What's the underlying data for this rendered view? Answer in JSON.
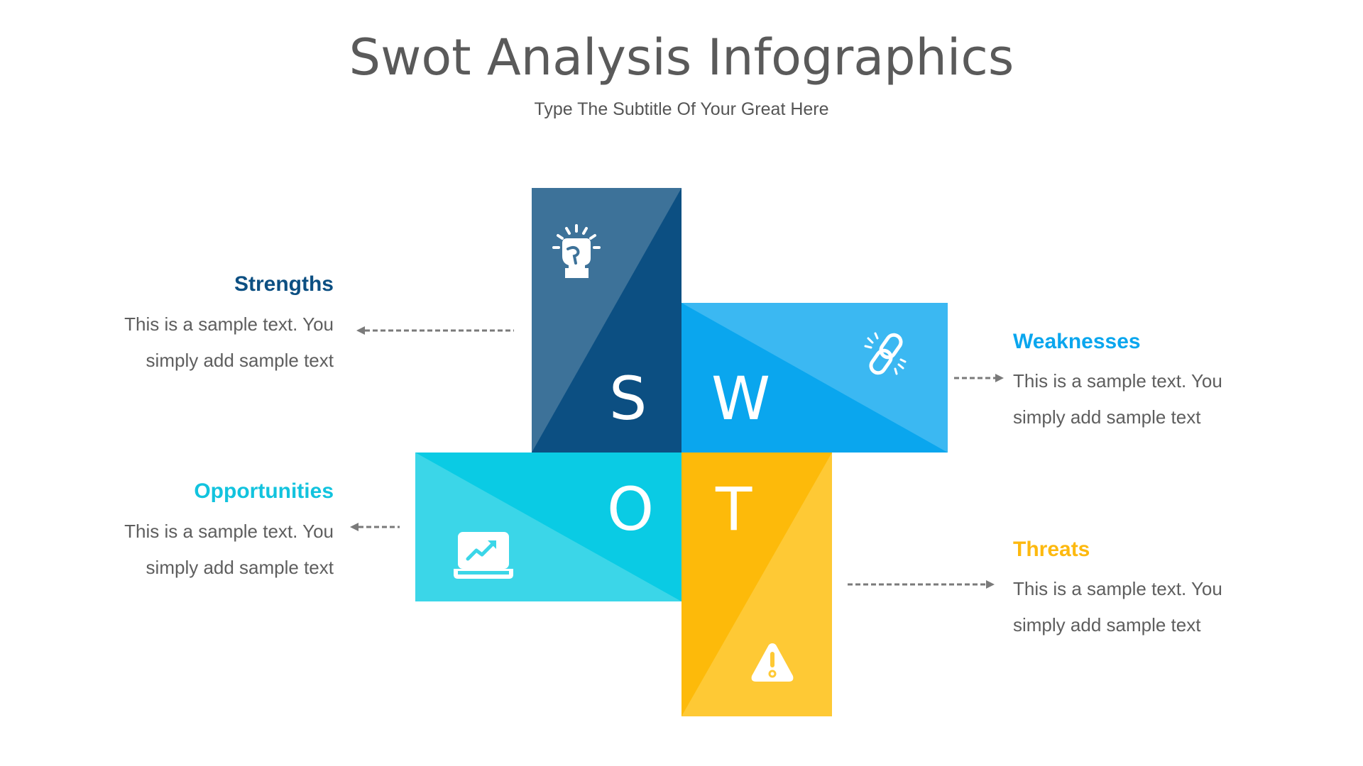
{
  "header": {
    "title": "Swot Analysis Infographics",
    "subtitle": "Type The Subtitle Of Your Great Here"
  },
  "swot": {
    "strengths": {
      "letter": "S",
      "heading": "Strengths",
      "line1": "This is a sample text. You",
      "line2": "simply add sample text",
      "icon": "fist-icon",
      "color": "#0c4f82",
      "color_light": "#3d7299"
    },
    "weaknesses": {
      "letter": "W",
      "heading": "Weaknesses",
      "line1": "This is a sample text. You",
      "line2": "simply add sample text",
      "icon": "broken-chain-icon",
      "color": "#0aa6ee",
      "color_light": "#3bb8f2"
    },
    "opportunities": {
      "letter": "O",
      "heading": "Opportunities",
      "line1": "This is a sample text. You",
      "line2": "simply add sample text",
      "icon": "laptop-growth-icon",
      "color": "#0acbe4",
      "color_light": "#3bd6e8"
    },
    "threats": {
      "letter": "T",
      "heading": "Threats",
      "line1": "This is a sample text. You",
      "line2": "simply add sample text",
      "icon": "warning-icon",
      "color": "#fdba0a",
      "color_light": "#fec935"
    }
  },
  "colors": {
    "text": "#5e5e5e",
    "arrow": "#7a7a7a",
    "strengths_heading": "#0c4f82",
    "weaknesses_heading": "#0aa6ee",
    "opportunities_heading": "#12c3de",
    "threats_heading": "#fdb90f"
  }
}
